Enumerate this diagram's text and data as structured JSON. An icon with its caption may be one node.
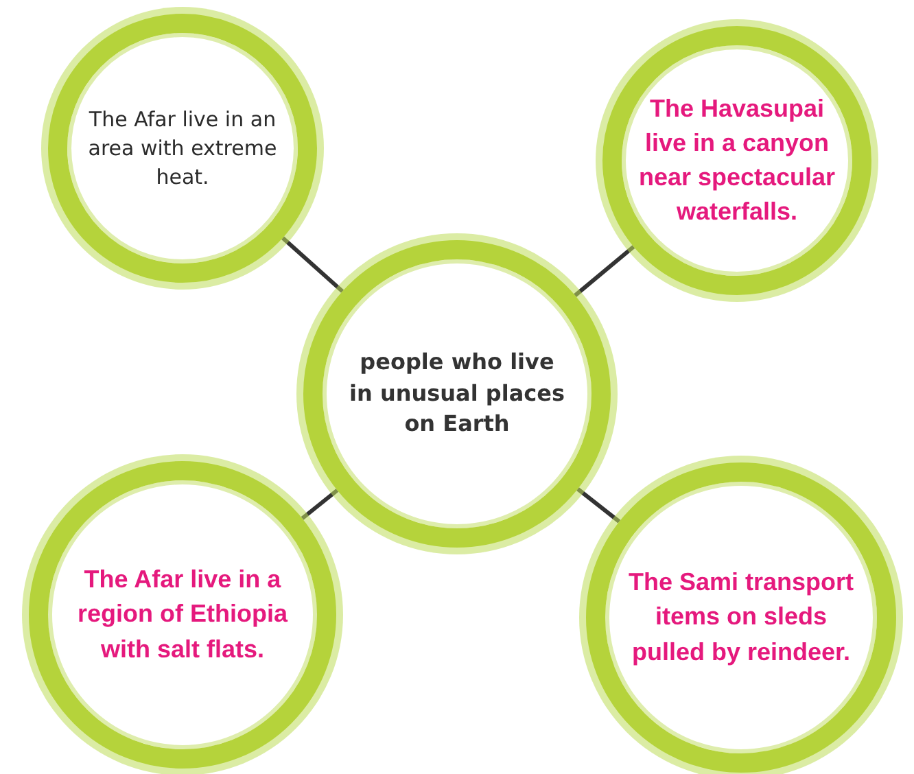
{
  "diagram": {
    "nodes": [
      {
        "text": [
          "The Afar live in an area with extreme heat."
        ]
      },
      {
        "text": [
          "The Havasupai live in a canyon near spectacular waterfalls."
        ]
      },
      {
        "text": [
          "people who live in unusual places on Earth"
        ]
      },
      {
        "text": [
          "The Afar live in a region of Ethiopia with salt flats."
        ]
      },
      {
        "text": [
          "The Sami transport items on sleds pulled by reindeer."
        ]
      }
    ],
    "edges": [
      {
        "from": 2,
        "to": 0,
        "arrow": "none"
      },
      {
        "from": 2,
        "to": 1,
        "arrow": "none"
      },
      {
        "from": 2,
        "to": 3,
        "arrow": "none"
      },
      {
        "from": 2,
        "to": 4,
        "arrow": "none"
      }
    ]
  }
}
